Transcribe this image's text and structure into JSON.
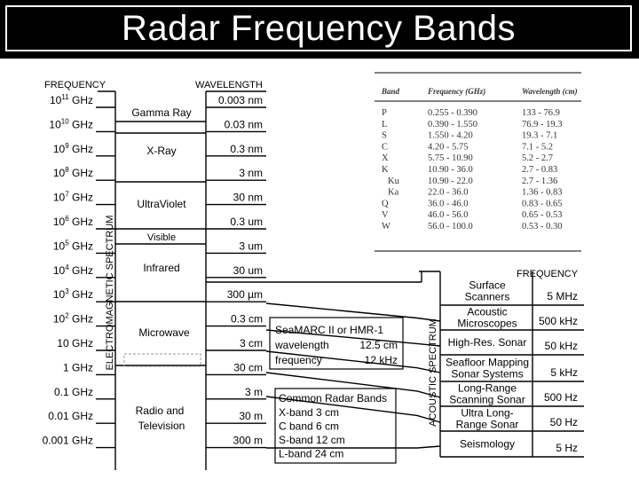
{
  "title": "Radar Frequency Bands",
  "em": {
    "freq_header": "FREQUENCY",
    "wave_header": "WAVELENGTH",
    "spectrum_label": "ELECTROMAGNETIC SPECTRUM",
    "frequencies": [
      {
        "base": "10",
        "exp": "11",
        "unit": " GHz"
      },
      {
        "base": "10",
        "exp": "10",
        "unit": " GHz"
      },
      {
        "base": "10",
        "exp": "9",
        "unit": " GHz"
      },
      {
        "base": "10",
        "exp": "8",
        "unit": " GHz"
      },
      {
        "base": "10",
        "exp": "7",
        "unit": " GHz"
      },
      {
        "base": "10",
        "exp": "6",
        "unit": " GHz"
      },
      {
        "base": "10",
        "exp": "5",
        "unit": " GHz"
      },
      {
        "base": "10",
        "exp": "4",
        "unit": " GHz"
      },
      {
        "base": "10",
        "exp": "3",
        "unit": " GHz"
      },
      {
        "base": "10",
        "exp": "2",
        "unit": " GHz"
      },
      {
        "base": "10",
        "exp": "",
        "unit": " GHz"
      },
      {
        "base": "1",
        "exp": "",
        "unit": " GHz"
      },
      {
        "base": "0.1",
        "exp": "",
        "unit": " GHz"
      },
      {
        "base": "0.01",
        "exp": "",
        "unit": " GHz"
      },
      {
        "base": "0.001",
        "exp": "",
        "unit": " GHz"
      }
    ],
    "wavelengths": [
      "0.003 nm",
      "0.03 nm",
      "0.3 nm",
      "3 nm",
      "30 nm",
      "0.3 um",
      "3 um",
      "30 um",
      "300 µm",
      "0.3 cm",
      "3 cm",
      "30 cm",
      "3 m",
      "30 m",
      "300 m"
    ],
    "regions": [
      "Gamma Ray",
      "X-Ray",
      "UltraViolet",
      "Visible",
      "Infrared",
      "Microwave",
      "Radio and",
      "Television"
    ]
  },
  "seamarc": {
    "line1": "SeaMARC II or HMR-1",
    "line2_label": "wavelength",
    "line2_value": "12.5 cm",
    "line3_label": "frequency",
    "line3_value": "12 kHz"
  },
  "common": {
    "title": "Common Radar Bands",
    "bands": [
      "X-band  3 cm",
      "C band  6 cm",
      "S-band 12 cm",
      "L-band 24 cm"
    ]
  },
  "acoustic": {
    "spectrum_label": "ACOUSTIC SPECTRUM",
    "freq_header": "FREQUENCY",
    "rows": [
      {
        "lines": [
          "Surface",
          "Scanners"
        ],
        "freq": "5 MHz"
      },
      {
        "lines": [
          "Acoustic",
          "Microscopes"
        ],
        "freq": "500 kHz"
      },
      {
        "lines": [
          "High-Res. Sonar"
        ],
        "freq": "50 kHz"
      },
      {
        "lines": [
          "Seafloor Mapping",
          "Sonar Systems"
        ],
        "freq": "5 kHz"
      },
      {
        "lines": [
          "Long-Range",
          "Scanning Sonar"
        ],
        "freq": "500 Hz"
      },
      {
        "lines": [
          "Ultra Long-",
          "Range Sonar"
        ],
        "freq": "50 Hz"
      },
      {
        "lines": [
          "Seismology"
        ],
        "freq": "5 Hz"
      }
    ]
  },
  "band_table": {
    "headers": [
      "Band",
      "Frequency (GHz)",
      "Wavelength (cm)"
    ],
    "rows": [
      [
        "P",
        "0.255 - 0.390",
        "133 - 76.9"
      ],
      [
        "L",
        "0.390 - 1.550",
        "76.9 - 19.3"
      ],
      [
        "S",
        "1.550 - 4.20",
        "19.3 - 7.1"
      ],
      [
        "C",
        "4.20 - 5.75",
        "7.1 - 5.2"
      ],
      [
        "X",
        "5.75 - 10.90",
        "5.2 - 2.7"
      ],
      [
        "K",
        "10.90 - 36.0",
        "2.7 - 0.83"
      ],
      [
        "Ku",
        "10.90 - 22.0",
        "2.7 - 1.36"
      ],
      [
        "Ka",
        "22.0 - 36.0",
        "1.36 - 0.83"
      ],
      [
        "Q",
        "36.0 - 46.0",
        "0.83 - 0.65"
      ],
      [
        "V",
        "46.0 - 56.0",
        "0.65 - 0.53"
      ],
      [
        "W",
        "56.0 - 100.0",
        "0.53 - 0.30"
      ]
    ]
  }
}
